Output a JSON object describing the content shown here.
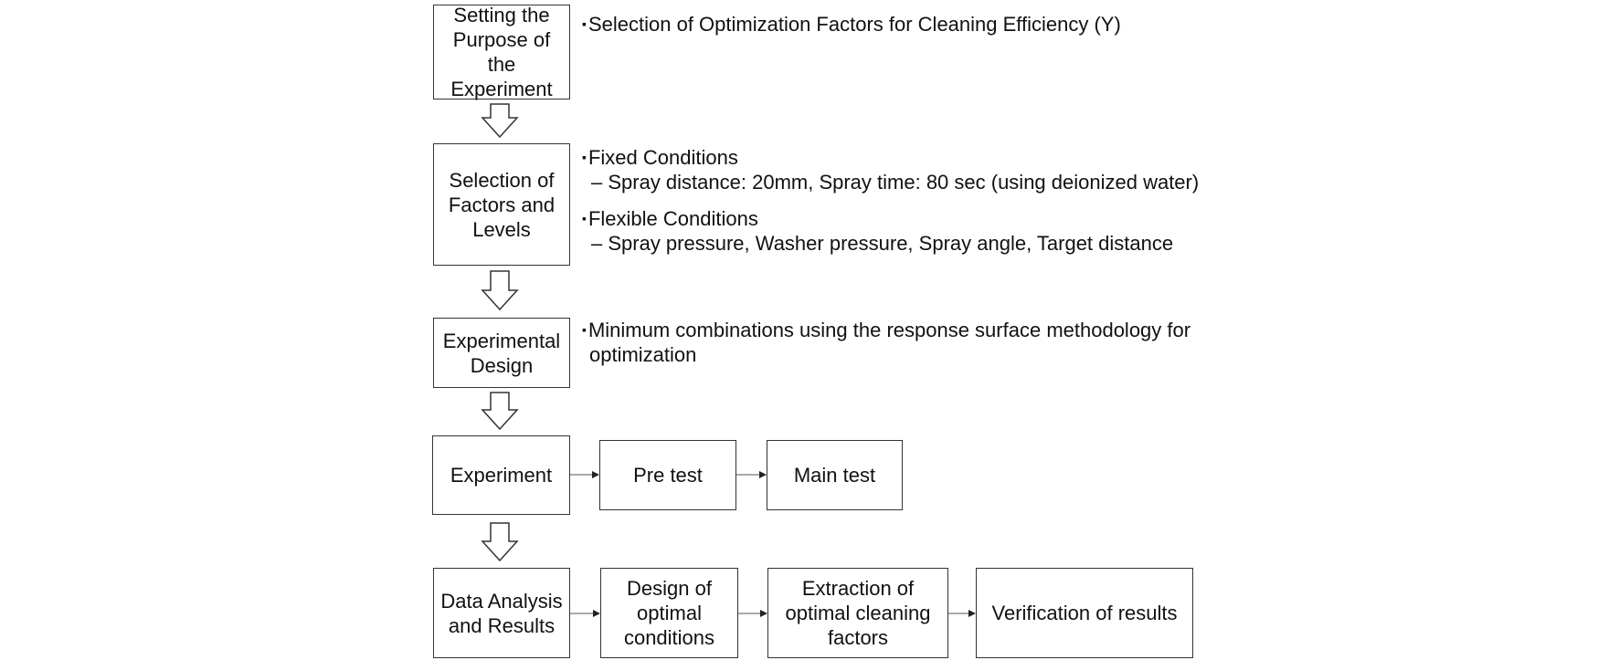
{
  "steps": [
    {
      "label": "Setting the Purpose of the Experiment"
    },
    {
      "label": "Selection of Factors and Levels"
    },
    {
      "label": "Experimental Design"
    },
    {
      "label": "Experiment"
    },
    {
      "label": "Data Analysis and Results"
    }
  ],
  "experiment_chain": [
    {
      "label": "Pre test"
    },
    {
      "label": "Main test"
    }
  ],
  "analysis_chain": [
    {
      "label": "Design of optimal conditions"
    },
    {
      "label": "Extraction of optimal cleaning factors"
    },
    {
      "label": "Verification of results"
    }
  ],
  "notes": {
    "purpose": {
      "bullet": "▪",
      "text": "Selection of Optimization Factors for Cleaning Efficiency (Y)"
    },
    "fixed": {
      "bullet": "▪",
      "title": "Fixed Conditions",
      "detail": "– Spray distance: 20mm, Spray time: 80 sec (using deionized water)"
    },
    "flexible": {
      "bullet": "▪",
      "title": "Flexible Conditions",
      "detail": "– Spray pressure, Washer pressure, Spray angle, Target distance"
    },
    "design": {
      "bullet": "▪",
      "line1": "Minimum combinations using the response surface methodology for",
      "line2": "optimization"
    }
  }
}
